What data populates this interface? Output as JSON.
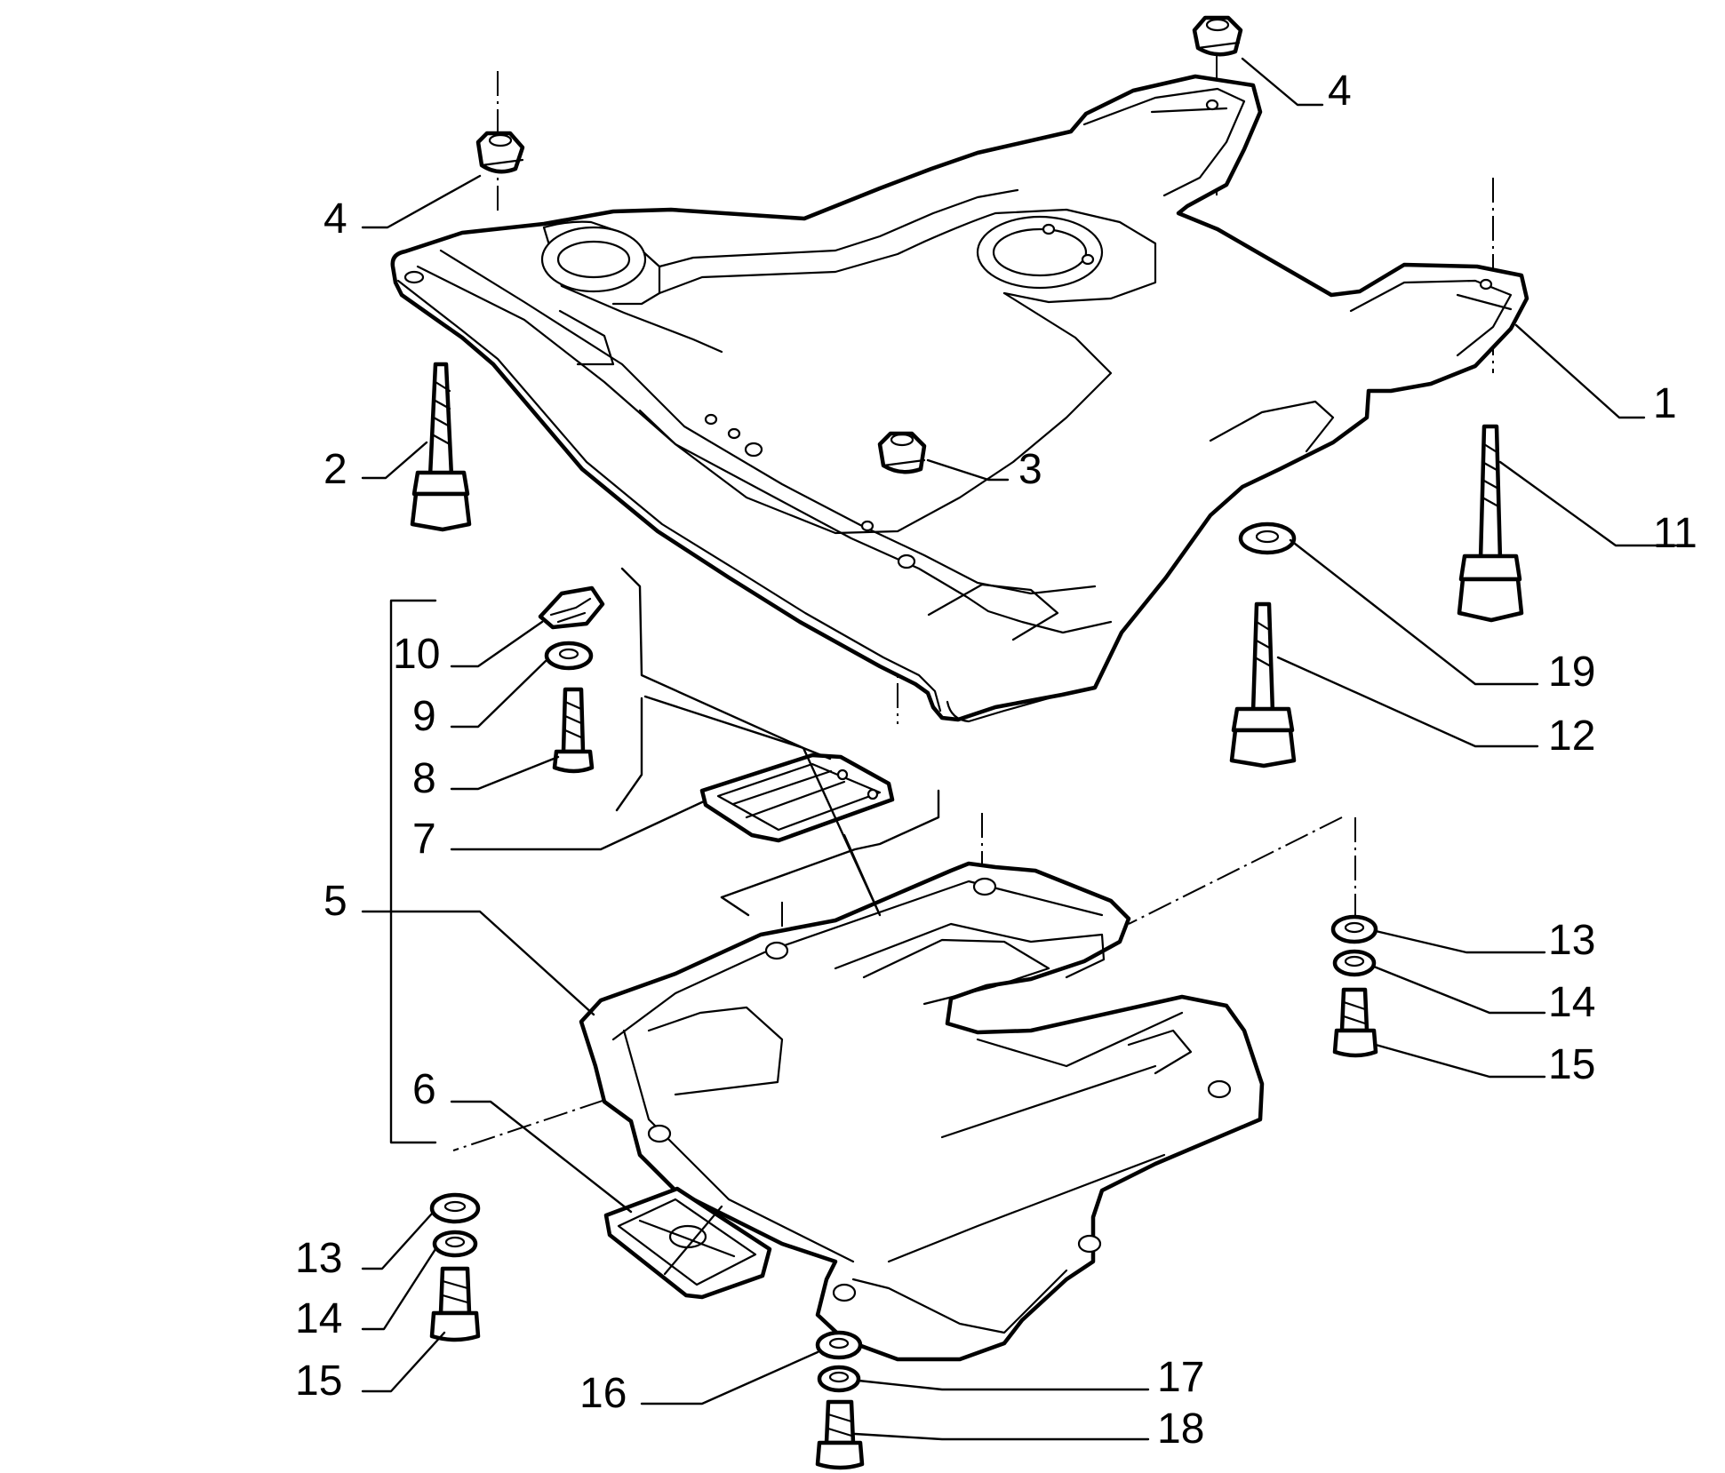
{
  "diagram": {
    "colors": {
      "ink": "#000000",
      "paper": "#ffffff"
    },
    "callouts": [
      {
        "id": "c4a",
        "text": "4"
      },
      {
        "id": "c4b",
        "text": "4"
      },
      {
        "id": "c1",
        "text": "1"
      },
      {
        "id": "c2",
        "text": "2"
      },
      {
        "id": "c3",
        "text": "3"
      },
      {
        "id": "c11",
        "text": "11"
      },
      {
        "id": "c19",
        "text": "19"
      },
      {
        "id": "c12",
        "text": "12"
      },
      {
        "id": "c10",
        "text": "10"
      },
      {
        "id": "c9",
        "text": "9"
      },
      {
        "id": "c8",
        "text": "8"
      },
      {
        "id": "c7",
        "text": "7"
      },
      {
        "id": "c5",
        "text": "5"
      },
      {
        "id": "c6",
        "text": "6"
      },
      {
        "id": "c13r",
        "text": "13"
      },
      {
        "id": "c14r",
        "text": "14"
      },
      {
        "id": "c15r",
        "text": "15"
      },
      {
        "id": "c13l",
        "text": "13"
      },
      {
        "id": "c14l",
        "text": "14"
      },
      {
        "id": "c15l",
        "text": "15"
      },
      {
        "id": "c16",
        "text": "16"
      },
      {
        "id": "c17",
        "text": "17"
      },
      {
        "id": "c18",
        "text": "18"
      }
    ]
  }
}
